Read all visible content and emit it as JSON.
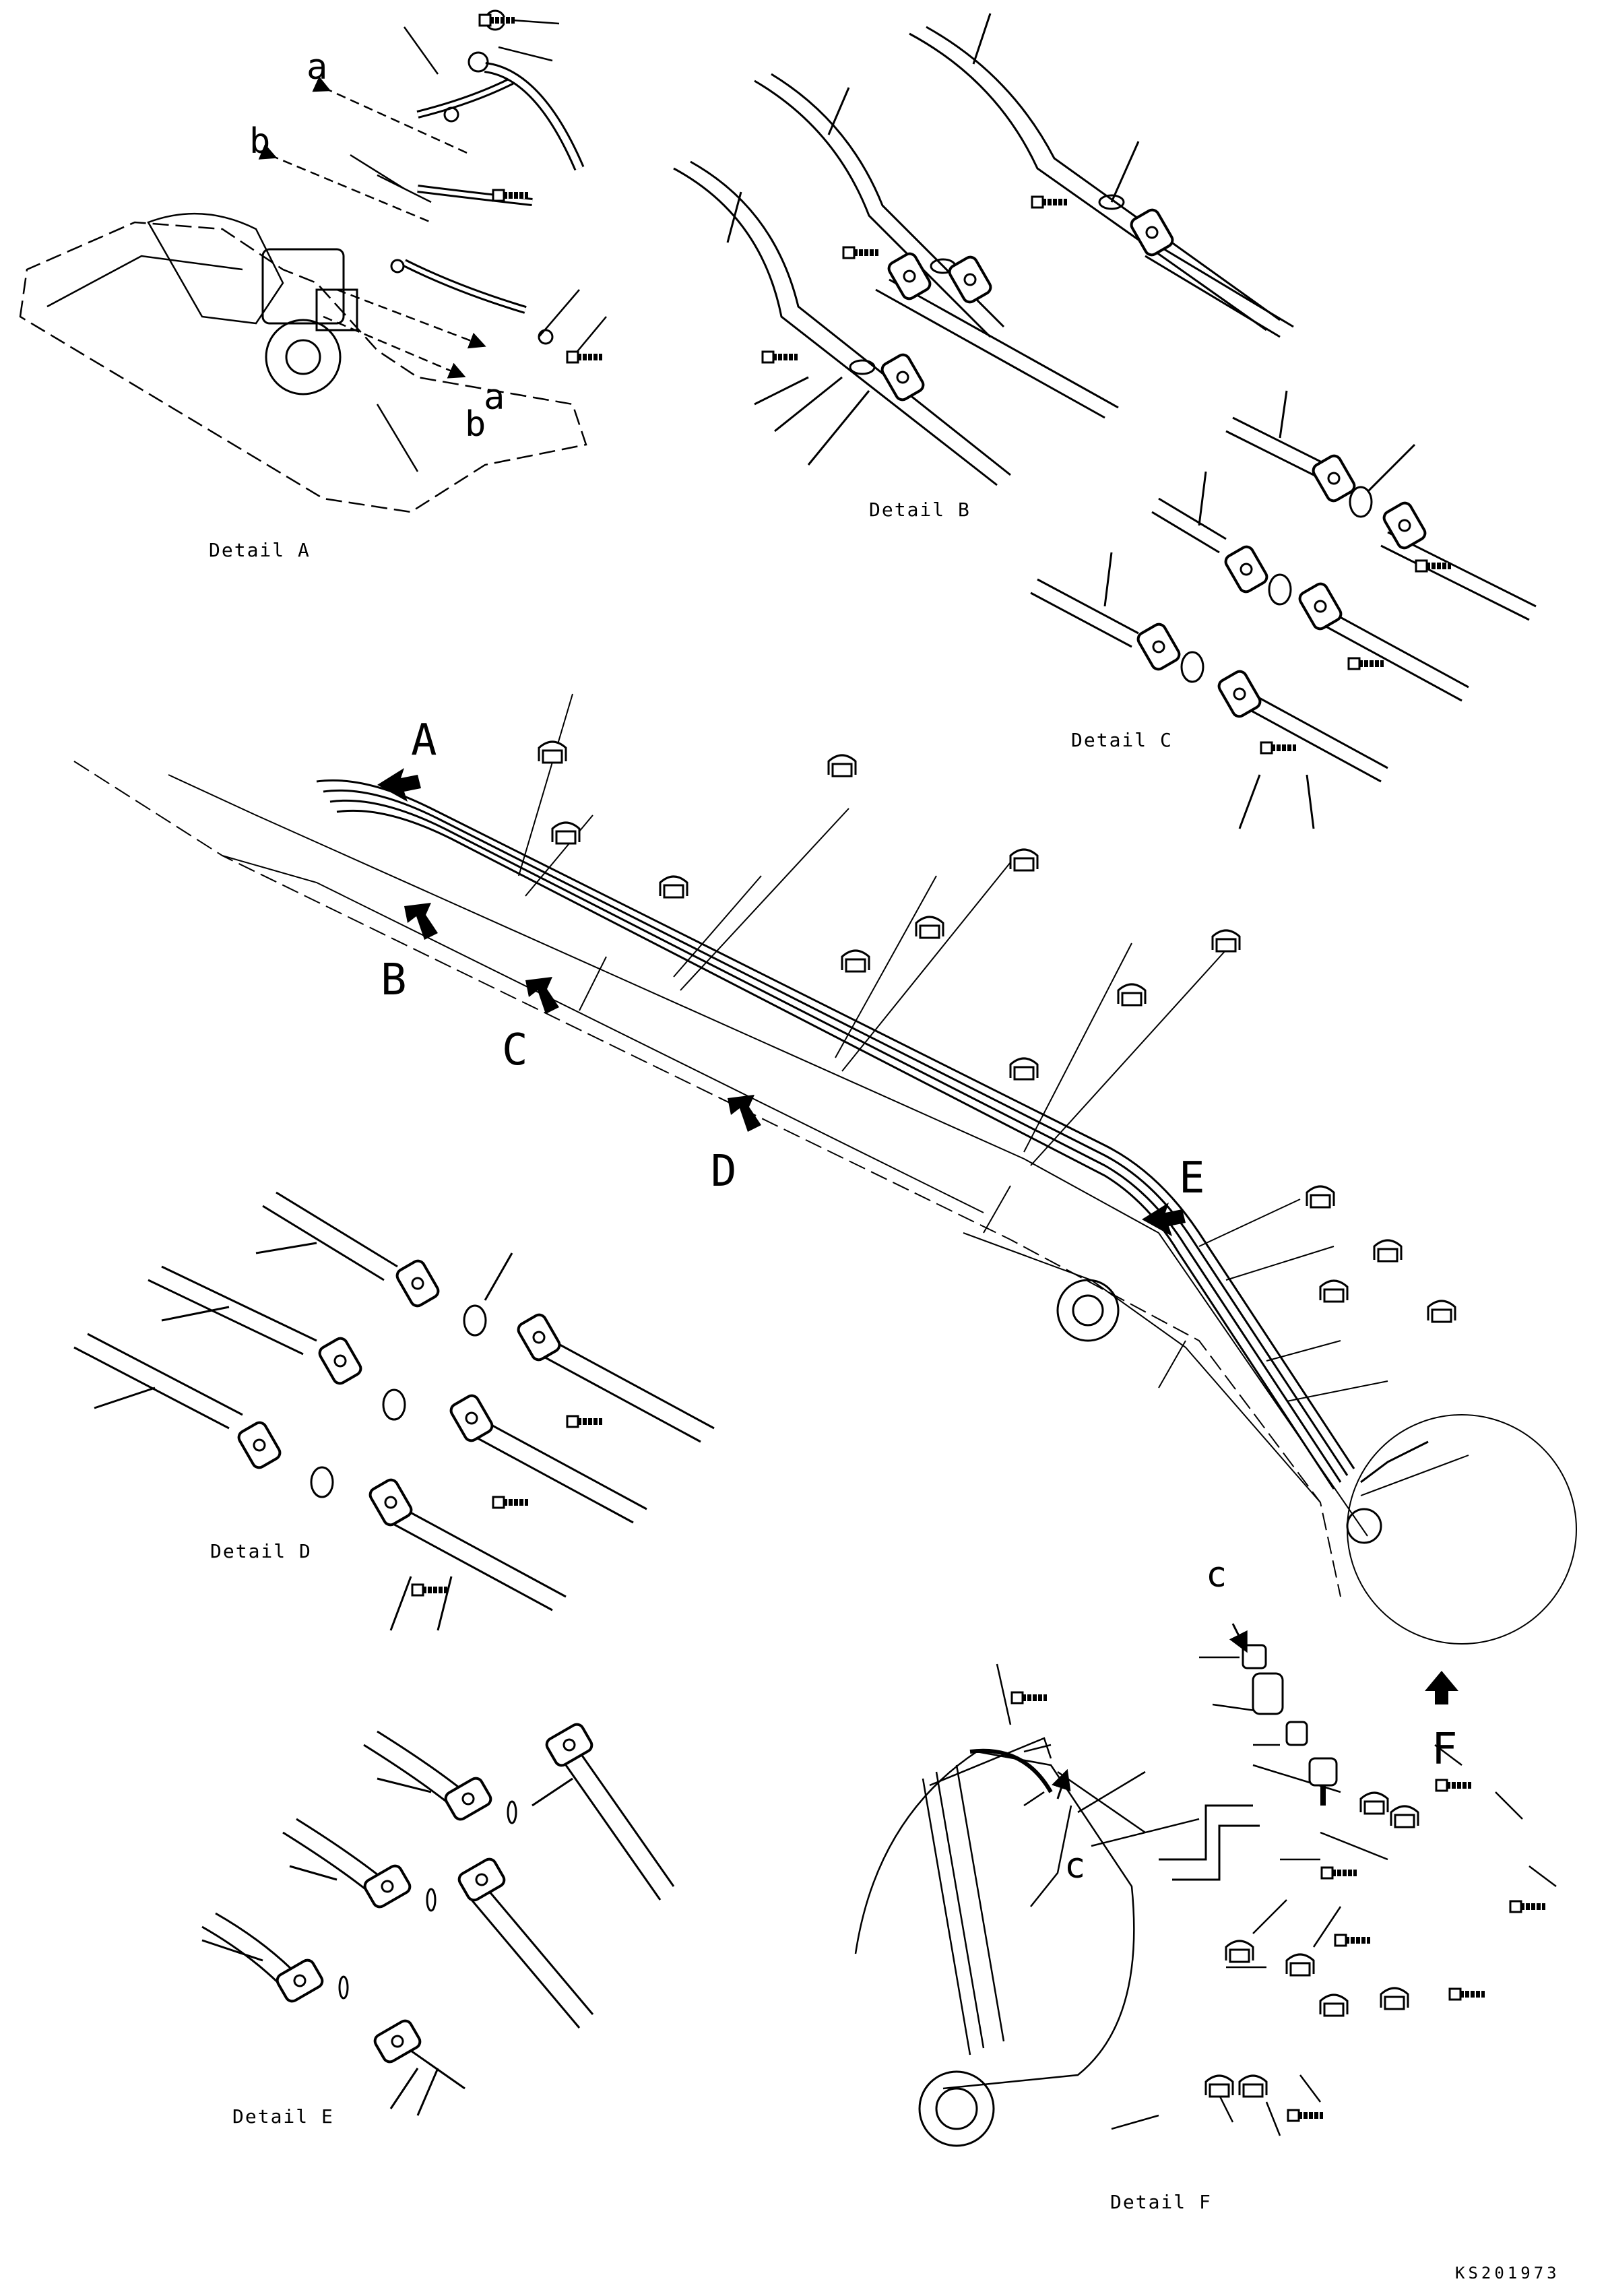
{
  "captions": {
    "detail_a": "Detail A",
    "detail_b": "Detail B",
    "detail_c": "Detail C",
    "detail_d": "Detail D",
    "detail_e": "Detail E",
    "detail_f": "Detail F"
  },
  "view_letters": {
    "a": "A",
    "b": "B",
    "c": "C",
    "d": "D",
    "e": "E",
    "f": "F"
  },
  "connection_marks": {
    "a_top": "a",
    "b_top": "b",
    "a_bottom": "a",
    "b_bottom": "b",
    "c_top": "c",
    "c_bottom": "c"
  },
  "drawing_code": "KS201973"
}
